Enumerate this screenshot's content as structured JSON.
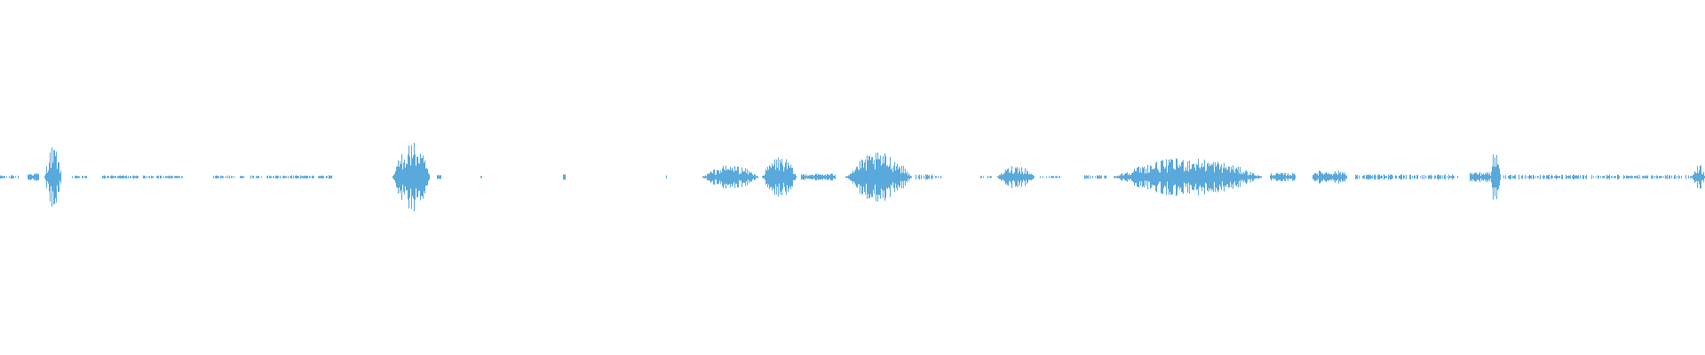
{
  "waveform": {
    "color": "#5aa9dc",
    "background": "#ffffff",
    "clusters": [
      {
        "start": 0.0,
        "end": 0.011,
        "amp": 0.05
      },
      {
        "start": 0.016,
        "end": 0.023,
        "amp": 0.12
      },
      {
        "start": 0.026,
        "end": 0.036,
        "amp": 0.9
      },
      {
        "start": 0.042,
        "end": 0.053,
        "amp": 0.04
      },
      {
        "start": 0.06,
        "end": 0.108,
        "amp": 0.05
      },
      {
        "start": 0.125,
        "end": 0.195,
        "amp": 0.05
      },
      {
        "start": 0.23,
        "end": 0.252,
        "amp": 1.0
      },
      {
        "start": 0.256,
        "end": 0.26,
        "amp": 0.06
      },
      {
        "start": 0.282,
        "end": 0.283,
        "amp": 0.03
      },
      {
        "start": 0.33,
        "end": 0.332,
        "amp": 0.1
      },
      {
        "start": 0.39,
        "end": 0.391,
        "amp": 0.05
      },
      {
        "start": 0.412,
        "end": 0.445,
        "amp": 0.35
      },
      {
        "start": 0.447,
        "end": 0.467,
        "amp": 0.6
      },
      {
        "start": 0.47,
        "end": 0.49,
        "amp": 0.1
      },
      {
        "start": 0.496,
        "end": 0.535,
        "amp": 0.7
      },
      {
        "start": 0.537,
        "end": 0.552,
        "amp": 0.08
      },
      {
        "start": 0.575,
        "end": 0.582,
        "amp": 0.04
      },
      {
        "start": 0.585,
        "end": 0.607,
        "amp": 0.35
      },
      {
        "start": 0.61,
        "end": 0.622,
        "amp": 0.03
      },
      {
        "start": 0.636,
        "end": 0.65,
        "amp": 0.06
      },
      {
        "start": 0.653,
        "end": 0.74,
        "amp": 0.55
      },
      {
        "start": 0.745,
        "end": 0.76,
        "amp": 0.12
      },
      {
        "start": 0.77,
        "end": 0.79,
        "amp": 0.18
      },
      {
        "start": 0.795,
        "end": 0.855,
        "amp": 0.08
      },
      {
        "start": 0.862,
        "end": 0.874,
        "amp": 0.15
      },
      {
        "start": 0.874,
        "end": 0.88,
        "amp": 1.0
      },
      {
        "start": 0.882,
        "end": 0.95,
        "amp": 0.07
      },
      {
        "start": 0.952,
        "end": 0.992,
        "amp": 0.06
      },
      {
        "start": 0.992,
        "end": 1.0,
        "amp": 0.4
      }
    ]
  }
}
